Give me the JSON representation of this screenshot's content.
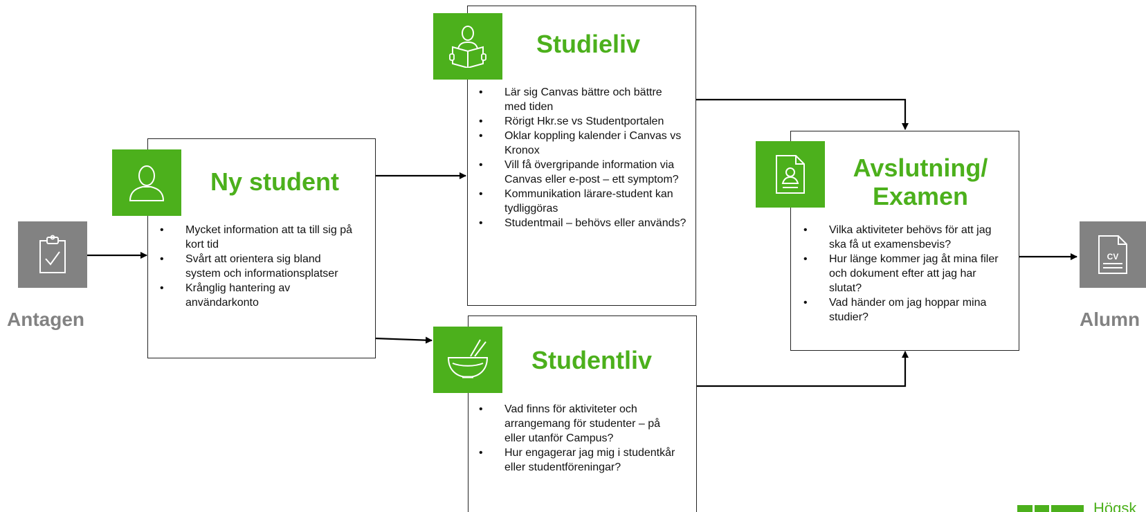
{
  "stages": {
    "antagen": {
      "label": "Antagen",
      "icon": "clipboard-check-icon"
    },
    "ny_student": {
      "title": "Ny student",
      "icon": "person-icon",
      "items": [
        "Mycket information att ta till sig på kort tid",
        "Svårt att orientera sig bland system och informationsplatser",
        "Krånglig hantering av användarkonto"
      ]
    },
    "studieliv": {
      "title": "Studieliv",
      "icon": "reading-person-icon",
      "items": [
        "Lär sig Canvas bättre och bättre med tiden",
        "Rörigt Hkr.se vs Studentportalen",
        "Oklar koppling kalender i Canvas vs Kronox",
        "Vill få övergripande information via Canvas eller e-post – ett symptom?",
        "Kommunikation lärare-student kan tydliggöras",
        "Studentmail – behövs eller används?"
      ]
    },
    "studentliv": {
      "title": "Studentliv",
      "icon": "bowl-chopsticks-icon",
      "items": [
        "Vad finns för aktiviteter och arrangemang för studenter – på eller utanför Campus?",
        "Hur engagerar jag mig i studentkår eller studentföreningar?"
      ]
    },
    "avslutning": {
      "title_line1": "Avslutning/",
      "title_line2": "Examen",
      "icon": "diploma-document-icon",
      "items": [
        "Vilka aktiviteter behövs för att jag ska få ut examensbevis?",
        "Hur länge kommer jag åt mina filer och dokument efter att jag har slutat?",
        "Vad händer om jag hoppar mina studier?"
      ]
    },
    "alumn": {
      "label": "Alumn",
      "icon": "cv-document-icon",
      "icon_text": "CV"
    }
  },
  "logo": {
    "text": "Högsk",
    "icon": "university-logo-icon"
  },
  "colors": {
    "accent": "#4cb01c",
    "gray": "#828282",
    "border": "#222222"
  }
}
